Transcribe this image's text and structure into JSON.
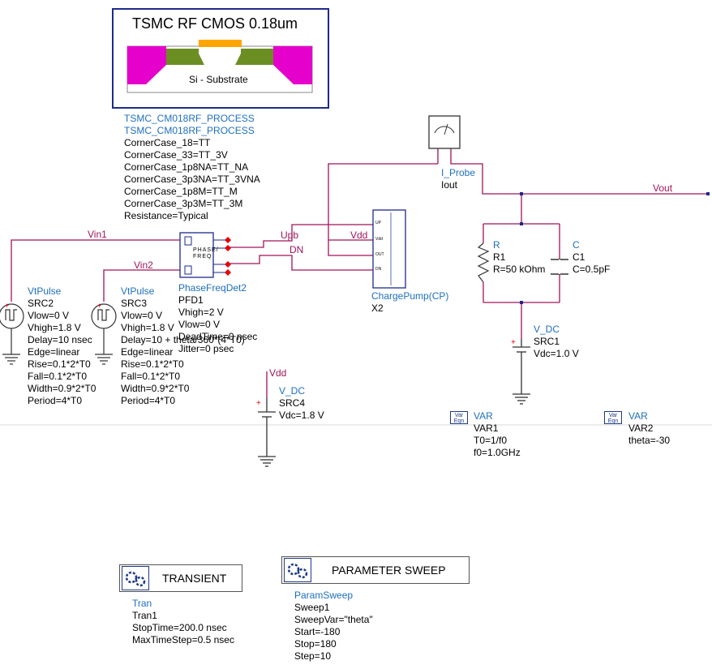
{
  "process": {
    "logo_title": "TSMC RF CMOS 0.18um",
    "logo_substrate": "Si - Substrate",
    "lines": [
      "TSMC_CM018RF_PROCESS",
      "TSMC_CM018RF_PROCESS",
      "CornerCase_18=TT",
      "CornerCase_33=TT_3V",
      "CornerCase_1p8NA=TT_NA",
      "CornerCase_3p3NA=TT_3VNA",
      "CornerCase_1p8M=TT_M",
      "CornerCase_3p3M=TT_3M",
      "Resistance=Typical"
    ]
  },
  "nets": {
    "vin1": "Vin1",
    "vin2": "Vin2",
    "upb": "Upb",
    "dn": "DN",
    "vdd": "Vdd",
    "vdd2": "Vdd",
    "vout": "Vout"
  },
  "src2": {
    "lines": [
      "VtPulse",
      "SRC2",
      "Vlow=0 V",
      "Vhigh=1.8 V",
      "Delay=10 nsec",
      "Edge=linear",
      "Rise=0.1*2*T0",
      "Fall=0.1*2*T0",
      "Width=0.9*2*T0",
      "Period=4*T0"
    ]
  },
  "src3": {
    "lines": [
      "VtPulse",
      "SRC3",
      "Vlow=0 V",
      "Vhigh=1.8 V",
      "Delay=10 + theta/360*(4*T0)",
      "Edge=linear",
      "Rise=0.1*2*T0",
      "Fall=0.1*2*T0",
      "Width=0.9*2*T0",
      "Period=4*T0"
    ]
  },
  "pfd": {
    "lines": [
      "PhaseFreqDet2",
      "PFD1",
      "Vhigh=2 V",
      "Vlow=0 V",
      "DeadTime=0 nsec",
      "Jitter=0 psec"
    ],
    "symbol_text": "PHASE/ FREQ"
  },
  "cp": {
    "lines": [
      "ChargePump(CP)",
      "X2"
    ],
    "pins": [
      "UP",
      "Vdd",
      "OUT",
      "DN"
    ]
  },
  "probe": {
    "lines": [
      "I_Probe",
      "Iout"
    ]
  },
  "r": {
    "lines": [
      "R",
      "R1",
      "R=50 kOhm"
    ]
  },
  "c": {
    "lines": [
      "C",
      "C1",
      "C=0.5pF"
    ]
  },
  "src1": {
    "lines": [
      "V_DC",
      "SRC1",
      "Vdc=1.0 V"
    ]
  },
  "src4": {
    "lines": [
      "V_DC",
      "SRC4",
      "Vdc=1.8 V"
    ]
  },
  "var1": {
    "lines": [
      "VAR",
      "VAR1",
      "T0=1/f0",
      "f0=1.0GHz"
    ],
    "badge": [
      "Var",
      "Eqn"
    ]
  },
  "var2": {
    "lines": [
      "VAR",
      "VAR2",
      "theta=-30"
    ],
    "badge": [
      "Var",
      "Eqn"
    ]
  },
  "tran": {
    "title": "TRANSIENT",
    "lines": [
      "Tran",
      "Tran1",
      "StopTime=200.0 nsec",
      "MaxTimeStep=0.5 nsec"
    ]
  },
  "sweep": {
    "title": "PARAMETER SWEEP",
    "lines": [
      "ParamSweep",
      "Sweep1",
      "SweepVar=\"theta\"",
      "Start=-180",
      "Stop=180",
      "Step=10"
    ]
  },
  "colors": {
    "wire": "#a0145a",
    "label_blue": "#1e6fbf",
    "logo_border": "#1e2a8c",
    "logo_magenta": "#e600cc",
    "logo_green": "#6b8e23",
    "logo_orange": "#ffa500"
  }
}
